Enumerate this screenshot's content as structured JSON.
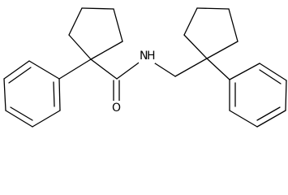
{
  "molecule": {
    "atom_labels": {
      "nitrogen": "N",
      "amide_hydrogen": "H",
      "carbonyl_oxygen": "O"
    },
    "colors": {
      "bond": "#000000",
      "label": "#000000",
      "background": "#ffffff"
    }
  }
}
